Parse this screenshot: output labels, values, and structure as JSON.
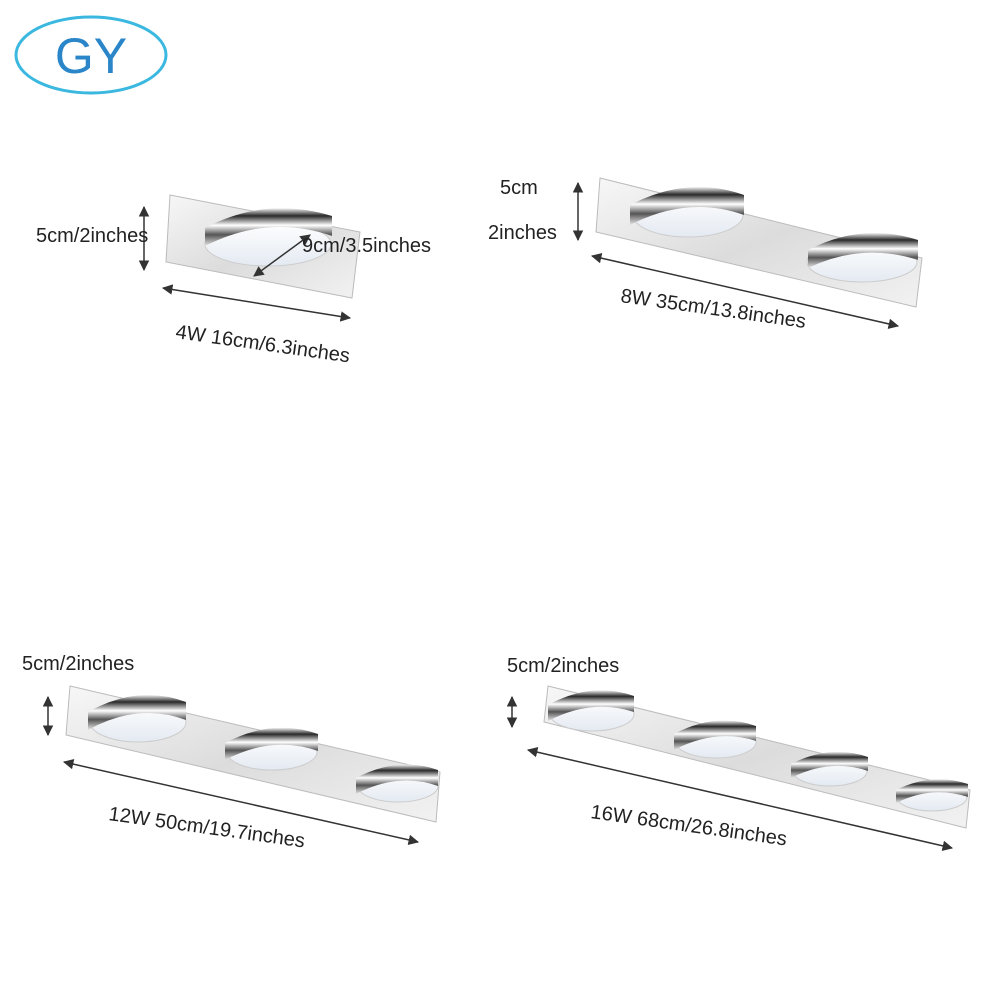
{
  "logo": {
    "text": "GY",
    "ring_color": "#3bb8e0",
    "text_color": "#2a86c8",
    "accent_color": "#8cc63f"
  },
  "products": [
    {
      "height_label": "5cm/2inches",
      "depth_label": "9cm/3.5inches",
      "width_label": "4W 16cm/6.3inches"
    },
    {
      "height_label_line1": "5cm",
      "height_label_line2": "2inches",
      "width_label": "8W 35cm/13.8inches"
    },
    {
      "height_label": "5cm/2inches",
      "width_label": "12W 50cm/19.7inches"
    },
    {
      "height_label": "5cm/2inches",
      "width_label": "16W 68cm/26.8inches"
    }
  ]
}
